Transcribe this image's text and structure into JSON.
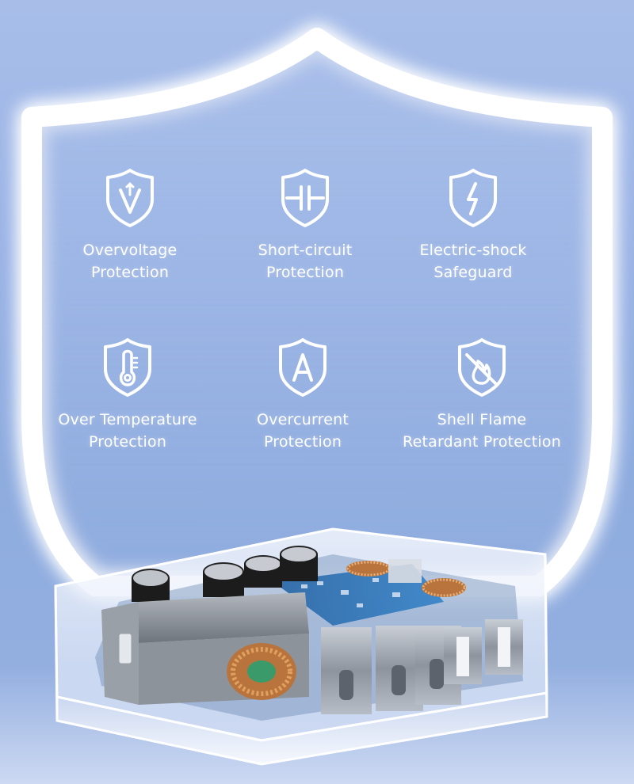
{
  "features": [
    {
      "icon": "overvoltage-shield-icon",
      "line1": "Overvoltage",
      "line2": "Protection"
    },
    {
      "icon": "short-circuit-shield-icon",
      "line1": "Short-circuit",
      "line2": "Protection"
    },
    {
      "icon": "lightning-shield-icon",
      "line1": "Electric-shock",
      "line2": "Safeguard"
    },
    {
      "icon": "thermometer-shield-icon",
      "line1": "Over Temperature",
      "line2": "Protection"
    },
    {
      "icon": "letter-a-shield-icon",
      "line1": "Overcurrent",
      "line2": "Protection"
    },
    {
      "icon": "flame-retardant-shield-icon",
      "line1": "Shell Flame",
      "line2": "Retardant Protection"
    }
  ],
  "colors": {
    "background": "#9cb4e6",
    "shield_glow": "#ffffff",
    "text": "#ffffff"
  }
}
